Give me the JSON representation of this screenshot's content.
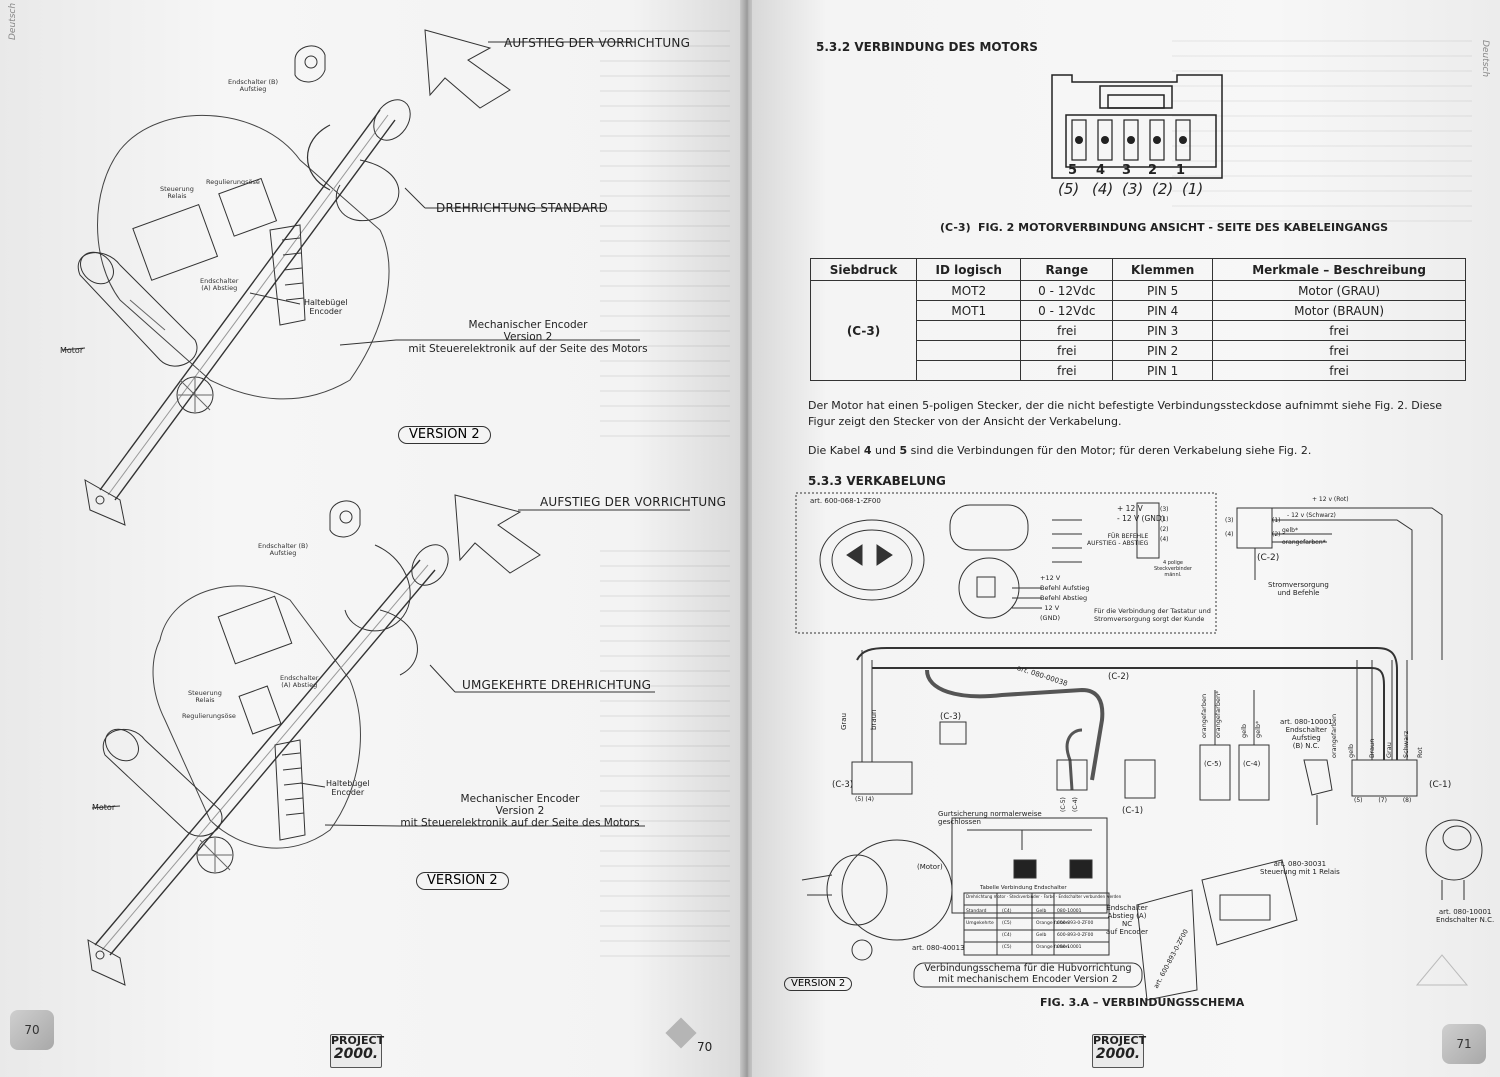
{
  "left_page": {
    "side_label": "Deutsch",
    "page_number": "70",
    "footer_number": "70",
    "logo": {
      "line1": "PROJECT",
      "line2": "2000."
    },
    "figure_top": {
      "arrow_label": "AUFSTIEG DER VORRICHTUNG",
      "direction_label": "DREHRICHTUNG STANDARD",
      "encoder_label": [
        "Mechanischer Encoder",
        "Version 2",
        "mit Steuerelektronik auf der Seite des Motors"
      ],
      "version_label": "VERSION  2",
      "small_labels": {
        "endschalter_b": [
          "Endschalter (B)",
          "Aufstieg"
        ],
        "steuerung_relais": [
          "Steuerung",
          "Relais"
        ],
        "regulierungsoese": "Regulierungsöse",
        "endschalter_a": [
          "Endschalter",
          "(A) Abstieg"
        ],
        "haltebuegel": [
          "Haltebügel",
          "Encoder"
        ],
        "motor": "Motor"
      }
    },
    "figure_bottom": {
      "arrow_label": "AUFSTIEG DER VORRICHTUNG",
      "direction_label": "UMGEKEHRTE DREHRICHTUNG",
      "encoder_label": [
        "Mechanischer Encoder",
        "Version 2",
        "mit Steuerelektronik auf der Seite des Motors"
      ],
      "version_label": "VERSION  2",
      "small_labels": {
        "endschalter_b": [
          "Endschalter (B)",
          "Aufstieg"
        ],
        "endschalter_a": [
          "Endschalter",
          "(A) Abstieg"
        ],
        "steuerung_relais": [
          "Steuerung",
          "Relais"
        ],
        "regulierungsoese": "Regulierungsöse",
        "haltebuegel": [
          "Haltebügel",
          "Encoder"
        ],
        "motor": "Motor"
      }
    }
  },
  "right_page": {
    "side_label": "Deutsch",
    "page_number": "71",
    "logo": {
      "line1": "PROJECT",
      "line2": "2000."
    },
    "section_532": {
      "heading": "5.3.2  VERBINDUNG DES MOTORS",
      "pins": [
        "5",
        "4",
        "3",
        "2",
        "1"
      ],
      "pins_paren": [
        "(5)",
        "(4)",
        "(3)",
        "(2)",
        "(1)"
      ],
      "caption_ref": "(C-3)",
      "caption": "FIG. 2 MOTORVERBINDUNG ANSICHT - SEITE DES KABELEINGANGS"
    },
    "table": {
      "headers": [
        "Siebdruck",
        "ID logisch",
        "Range",
        "Klemmen",
        "Merkmale – Beschreibung"
      ],
      "siebdruck": "(C-3)",
      "rows": [
        {
          "id": "MOT2",
          "range": "0 - 12Vdc",
          "klemmen": "PIN 5",
          "beschreibung": "Motor (GRAU)"
        },
        {
          "id": "MOT1",
          "range": "0 - 12Vdc",
          "klemmen": "PIN 4",
          "beschreibung": "Motor (BRAUN)"
        },
        {
          "id": "",
          "range": "frei",
          "klemmen": "PIN 3",
          "beschreibung": "frei"
        },
        {
          "id": "",
          "range": "frei",
          "klemmen": "PIN 2",
          "beschreibung": "frei"
        },
        {
          "id": "",
          "range": "frei",
          "klemmen": "PIN 1",
          "beschreibung": "frei"
        }
      ]
    },
    "paragraphs": {
      "p1": "Der Motor hat einen 5-poligen Stecker, der die nicht befestigte Verbindungssteckdose aufnimmt siehe Fig. 2. Diese Figur zeigt den Stecker von der Ansicht der Verkabelung.",
      "p2_a": "Die Kabel ",
      "p2_b1": "4",
      "p2_c": " und ",
      "p2_b2": "5",
      "p2_d": " sind die Verbindungen für den Motor; für deren Verkabelung siehe Fig. 2."
    },
    "section_533": {
      "heading": "5.3.3  VERKABELUNG",
      "article_keypad": "art. 600-068-1-ZF00",
      "supply_lines": [
        "+ 12 V",
        "- 12 V (GND)"
      ],
      "supply_pins": [
        "(3)",
        "(1)",
        "(2)",
        "(4)"
      ],
      "befehle_label": [
        "FÜR BEFEHLE",
        "AUFSTIEG - ABSTIEG"
      ],
      "stecker_label": [
        "4 polige",
        "Steckverbinder",
        "männl."
      ],
      "keypad_small": [
        "+12 V",
        "Befehl Aufstieg",
        "Befehl Abstieg",
        "- 12 V",
        "(GND)"
      ],
      "kunde_note": [
        "Für die Verbindung der Tastatur und",
        "Stromversorgung sorgt der Kunde"
      ],
      "c2_top_wires": [
        "+ 12 v (Rot)",
        "- 12 v (Schwarz)",
        "gelb*",
        "orangefarben*"
      ],
      "c2_pins": [
        "(3)",
        "(1)",
        "(4)",
        "(2)"
      ],
      "c2_label": "(C-2)",
      "stromversorgung": [
        "Stromversorgung",
        "und Befehle"
      ],
      "cable_article": "art. 080-00038",
      "c2_mid": "(C-2)",
      "c3_label": "(C-3)",
      "c3_bottom": "(C-3)",
      "c3_pins": [
        "(5)",
        "(4)"
      ],
      "wire_labels_left": [
        "Grau",
        "braun"
      ],
      "c5c4_vertical": [
        "(C-5)",
        "(C-4)"
      ],
      "c1_mid": "(C-1)",
      "wire_labels_mid": [
        "orangefarben",
        "orangefarben*",
        "gelb",
        "gelb*"
      ],
      "c5_box": "(C-5)",
      "c4_box": "(C-4)",
      "endschalter_b": [
        "art. 080-10001",
        "Endschalter",
        "Aufstieg",
        "(B) N.C."
      ],
      "wire_labels_right": [
        "orangefarben",
        "gelb",
        "Braun",
        "Grau",
        "Schwarz",
        "Rot"
      ],
      "c1_pins": [
        "(5)",
        "(7)",
        "(8)"
      ],
      "c1_right": "(C-1)",
      "gurt_label": [
        "Gurtsicherung normalerweise",
        "geschlossen"
      ],
      "motor_label": "(Motor)",
      "table_title": "Tabelle Verbindung Endschalter",
      "mini_table_headers": [
        "Drehrichtung motor",
        "Steckverbinder",
        "Farbe",
        "Endschalter verbunden werden"
      ],
      "mini_table_rows": [
        [
          "Standard",
          "(C4)",
          "Gelb",
          "080-10001"
        ],
        [
          "",
          "(C5)",
          "Orange farben",
          "600-893-0-ZF00"
        ],
        [
          "Umgekehrte",
          "(C4)",
          "Gelb",
          "600-893-0-ZF00"
        ],
        [
          "",
          "(C5)",
          "Orange farben",
          "080-10001"
        ]
      ],
      "endschalter_a": [
        "Endschalter",
        "Abstieg (A)",
        "NC",
        "auf Encoder"
      ],
      "relais_article": [
        "art. 080-30031",
        "Steuerung mit 1 Relais"
      ],
      "encoder_article": "art. 080-40013",
      "encoder_article2": "art. 600-893-0-ZF00",
      "endschalter_nc": [
        "art. 080-10001",
        "Endschalter N.C."
      ],
      "schema_caption": [
        "Verbindungsschema für die Hubvorrichtung",
        "mit mechanischem Encoder Version 2"
      ],
      "version_label": "VERSION 2",
      "fig_caption": "FIG. 3.A – VERBINDUNGSSCHEMA"
    }
  }
}
